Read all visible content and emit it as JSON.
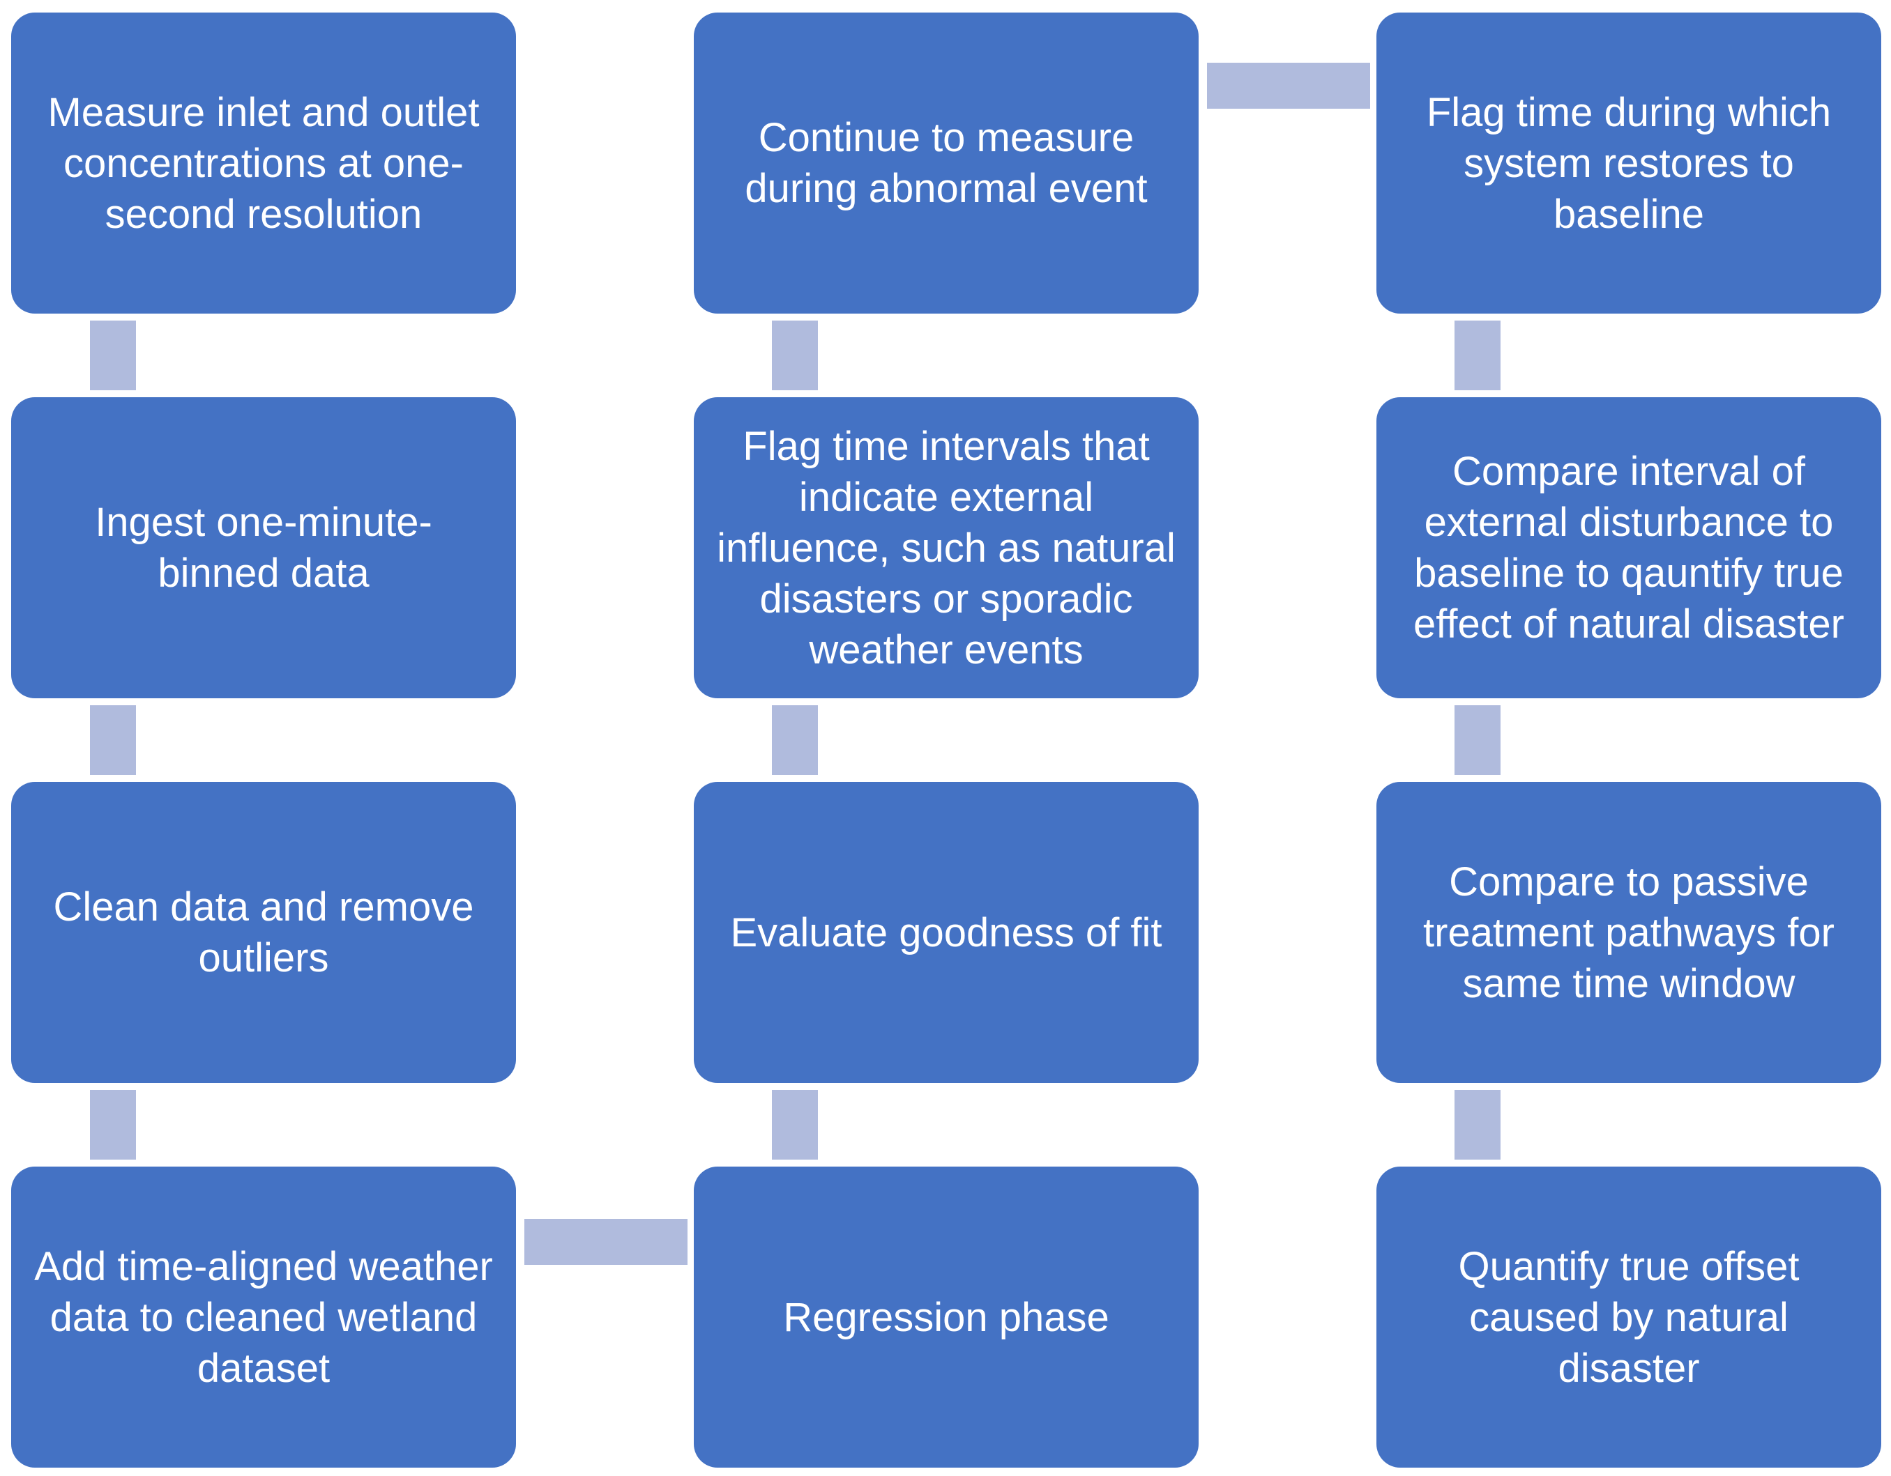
{
  "colors": {
    "box_fill": "#4472C4",
    "connector": "#B0BBDD",
    "text": "#ffffff",
    "background": "#ffffff"
  },
  "steps": [
    {
      "id": "measure",
      "text": "Measure inlet and outlet concentrations at one-second resolution"
    },
    {
      "id": "ingest",
      "text": "Ingest one-minute-binned data"
    },
    {
      "id": "clean",
      "text": "Clean data and remove outliers"
    },
    {
      "id": "weather",
      "text": "Add time-aligned weather data to cleaned wetland dataset"
    },
    {
      "id": "regression",
      "text": "Regression phase"
    },
    {
      "id": "evaluate",
      "text": "Evaluate goodness of fit"
    },
    {
      "id": "flag-intervals",
      "text": "Flag time intervals that indicate external influence, such as natural disasters or sporadic weather events"
    },
    {
      "id": "continue",
      "text": "Continue to measure during abnormal event"
    },
    {
      "id": "flag-restore",
      "text": "Flag time during which system restores to baseline"
    },
    {
      "id": "compare-interval",
      "text": "Compare interval of external disturbance to baseline to qauntify true effect of natural disaster"
    },
    {
      "id": "compare-passive",
      "text": "Compare to passive treatment pathways for same time window"
    },
    {
      "id": "quantify",
      "text": "Quantify true offset caused by natural disaster"
    }
  ]
}
